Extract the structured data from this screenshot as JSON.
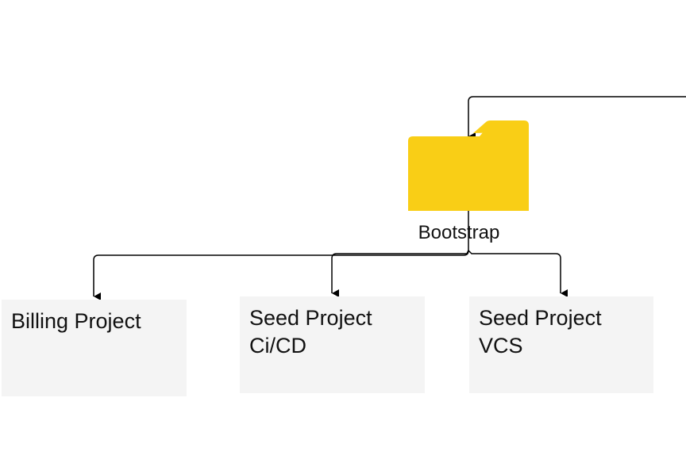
{
  "diagram": {
    "root": {
      "label": "Bootstrap",
      "icon": "folder-icon",
      "color": "#F9CE16"
    },
    "children": [
      {
        "id": "billing",
        "lines": [
          "Billing Project"
        ]
      },
      {
        "id": "cicd",
        "lines": [
          "Seed Project",
          "Ci/CD"
        ]
      },
      {
        "id": "vcs",
        "lines": [
          "Seed Project",
          "VCS"
        ]
      }
    ],
    "colors": {
      "box_fill": "#F4F4F4",
      "connector": "#000000"
    }
  }
}
